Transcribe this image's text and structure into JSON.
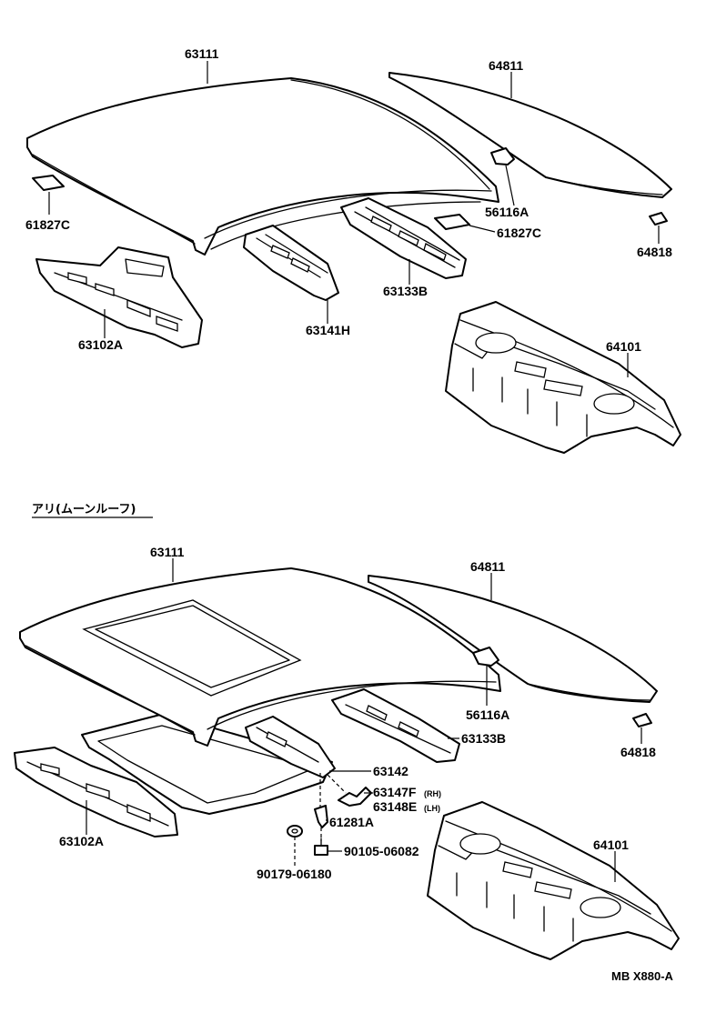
{
  "upper_section": {
    "labels": {
      "roof_panel": "63111",
      "back_window_glass": "64811",
      "roof_drip_pad_left": "61827C",
      "roof_drip_pad_right": "61827C",
      "clip": "56116A",
      "spacer": "64818",
      "front_header_panel": "63102A",
      "roof_reinforcement_front": "63141H",
      "roof_reinforcement_rear": "63133B",
      "package_tray_panel": "64101"
    }
  },
  "lower_section": {
    "heading": "アリ(ムーンルーフ)",
    "labels": {
      "roof_panel": "63111",
      "back_window_glass": "64811",
      "clip": "56116A",
      "roof_reinforcement_rear": "63133B",
      "spacer": "64818",
      "sunroof_housing": "63142",
      "bracket_rh": "63147F",
      "bracket_rh_side": "(RH)",
      "bracket_lh": "63148E",
      "bracket_lh_side": "(LH)",
      "front_header_panel": "63102A",
      "retainer": "61281A",
      "nut": "90179-06180",
      "bolt": "90105-06082",
      "package_tray_panel": "64101"
    }
  },
  "figure_code": "MB X880-A"
}
